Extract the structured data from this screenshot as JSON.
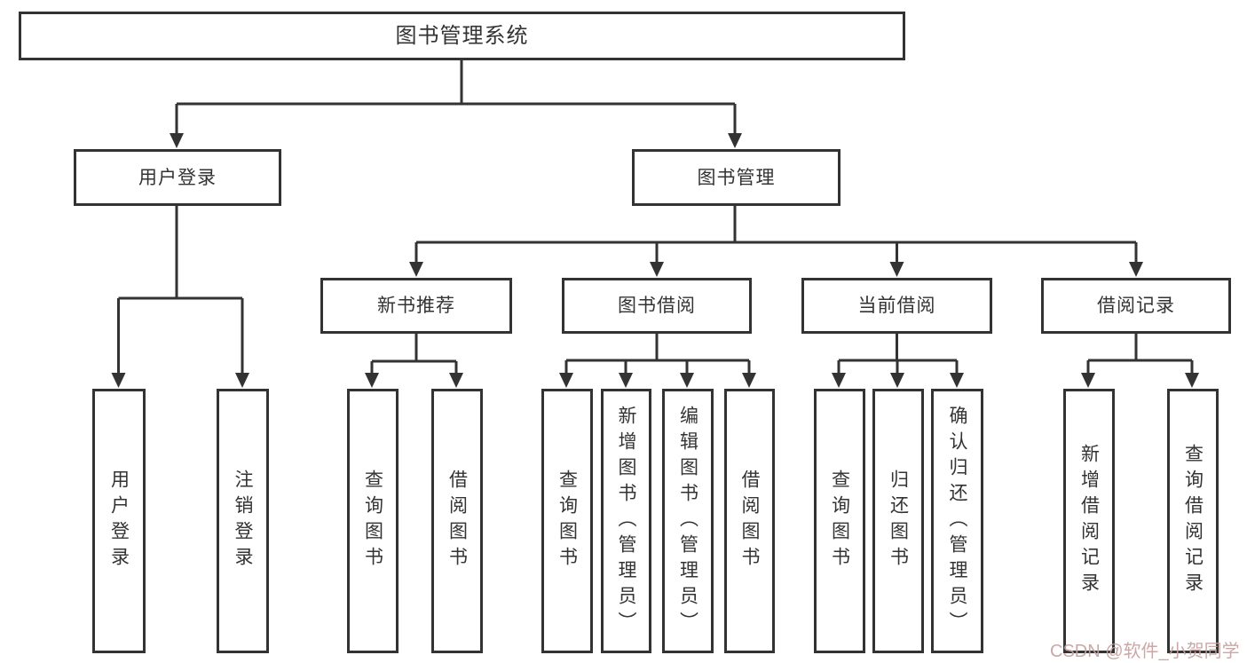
{
  "diagram": {
    "title": "图书管理系统",
    "root": {
      "label": "图书管理系统"
    },
    "level2": [
      {
        "id": "user-login",
        "label": "用户登录"
      },
      {
        "id": "book-management",
        "label": "图书管理"
      }
    ],
    "level3": [
      {
        "id": "new-book-recommend",
        "label": "新书推荐"
      },
      {
        "id": "book-borrowing",
        "label": "图书借阅"
      },
      {
        "id": "current-borrowing",
        "label": "当前借阅"
      },
      {
        "id": "borrow-records",
        "label": "借阅记录"
      }
    ],
    "leaves": {
      "user_login": [
        "用户登录",
        "注销登录"
      ],
      "new_books": [
        "查询图书",
        "借阅图书"
      ],
      "book_borrow": [
        "查询图书",
        "新增图书（管理员）",
        "编辑图书（管理员）",
        "借阅图书"
      ],
      "current_borrow": [
        "查询图书",
        "归还图书",
        "确认归还（管理员）"
      ],
      "borrow_records": [
        "新增借阅记录",
        "查询借阅记录"
      ]
    },
    "line_color": "#333333"
  },
  "watermark": {
    "text": "CSDN @软件_小贺同学",
    "color": "#c7a0a0"
  }
}
